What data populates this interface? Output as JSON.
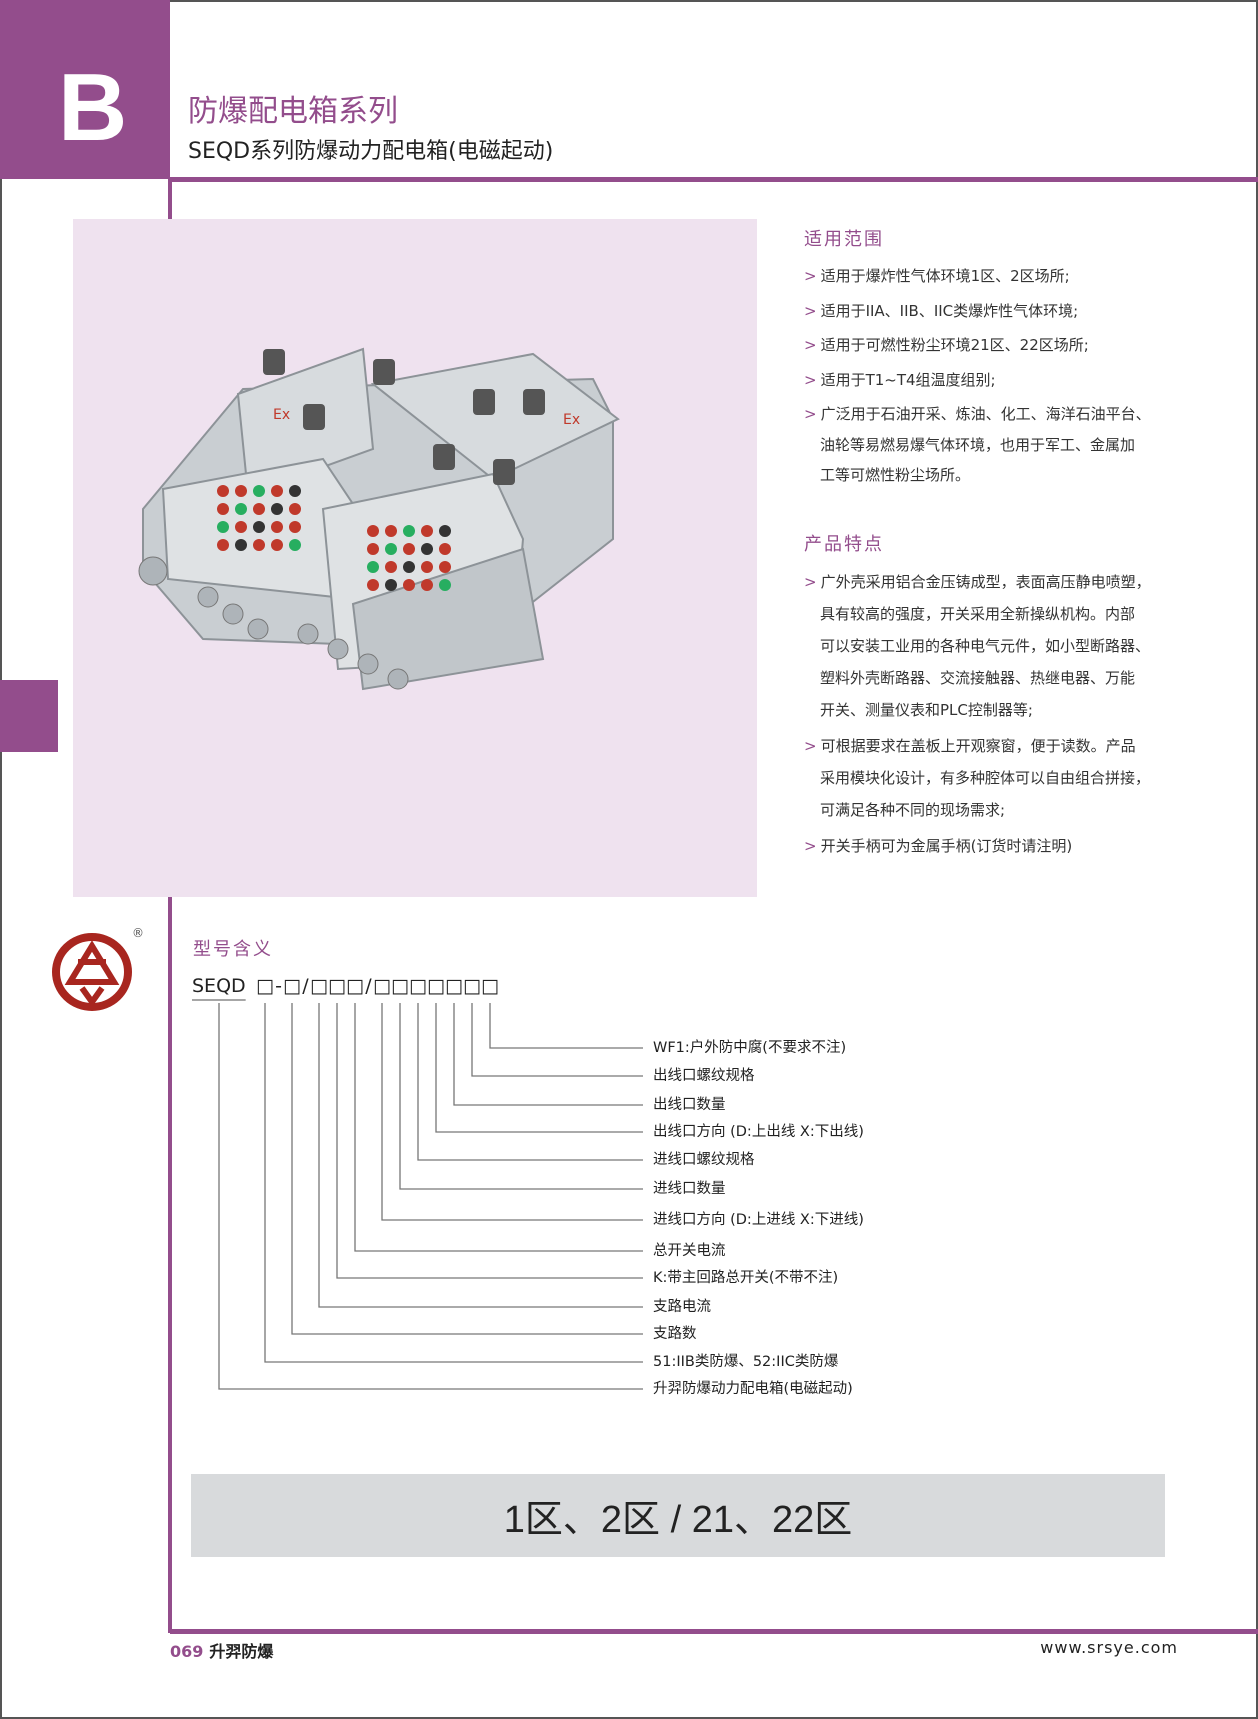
{
  "header": {
    "letter": "B",
    "title": "防爆配电箱系列",
    "subtitle": "SEQD系列防爆动力配电箱(电磁起动)"
  },
  "photo": {
    "label_ex": "Ex"
  },
  "scope": {
    "title": "适用范围",
    "marker": ">",
    "items": [
      [
        "适用于爆炸性气体环境1区、2区场所;"
      ],
      [
        "适用于IIA、IIB、IIC类爆炸性气体环境;"
      ],
      [
        "适用于可燃性粉尘环境21区、22区场所;"
      ],
      [
        "适用于T1~T4组温度组别;"
      ],
      [
        "广泛用于石油开采、炼油、化工、海洋石油平台、",
        "油轮等易燃易爆气体环境，也用于军工、金属加",
        "工等可燃性粉尘场所。"
      ]
    ]
  },
  "features": {
    "title": "产品特点",
    "marker": ">",
    "items": [
      [
        "广外壳采用铝合金压铸成型，表面高压静电喷塑，",
        "具有较高的强度，开关采用全新操纵机构。内部",
        "可以安装工业用的各种电气元件，如小型断路器、",
        "塑料外壳断路器、交流接触器、热继电器、万能",
        "开关、测量仪表和PLC控制器等;"
      ],
      [
        "可根据要求在盖板上开观察窗，便于读数。产品",
        "采用模块化设计，有多种腔体可以自由组合拼接，",
        "可满足各种不同的现场需求;"
      ],
      [
        "开关手柄可为金属手柄(订货时请注明)"
      ]
    ]
  },
  "model": {
    "title": "型号含义",
    "prefix": "SEQD",
    "glyphs": [
      "□",
      "-",
      "□",
      "/",
      "□",
      "□",
      "□",
      "/",
      "□",
      "□",
      "□",
      "□",
      "□",
      "□",
      "□"
    ],
    "labels": [
      "WF1:户外防中腐(不要求不注)",
      "出线口螺纹规格",
      "出线口数量",
      "出线口方向  (D:上出线  X:下出线)",
      "进线口螺纹规格",
      "进线口数量",
      "进线口方向 (D:上进线  X:下进线)",
      "总开关电流",
      "K:带主回路总开关(不带不注)",
      "支路电流",
      "支路数",
      "51:IIB类防爆、52:IIC类防爆",
      "升羿防爆动力配电箱(电磁起动)"
    ]
  },
  "logo": {
    "registered": "®"
  },
  "zone": "1区、2区 / 21、22区",
  "footer": {
    "page": "069",
    "brand": "升羿防爆",
    "url": "www.srsye.com"
  },
  "colors": {
    "accent": "#934d8c",
    "logo": "#a8261f"
  }
}
